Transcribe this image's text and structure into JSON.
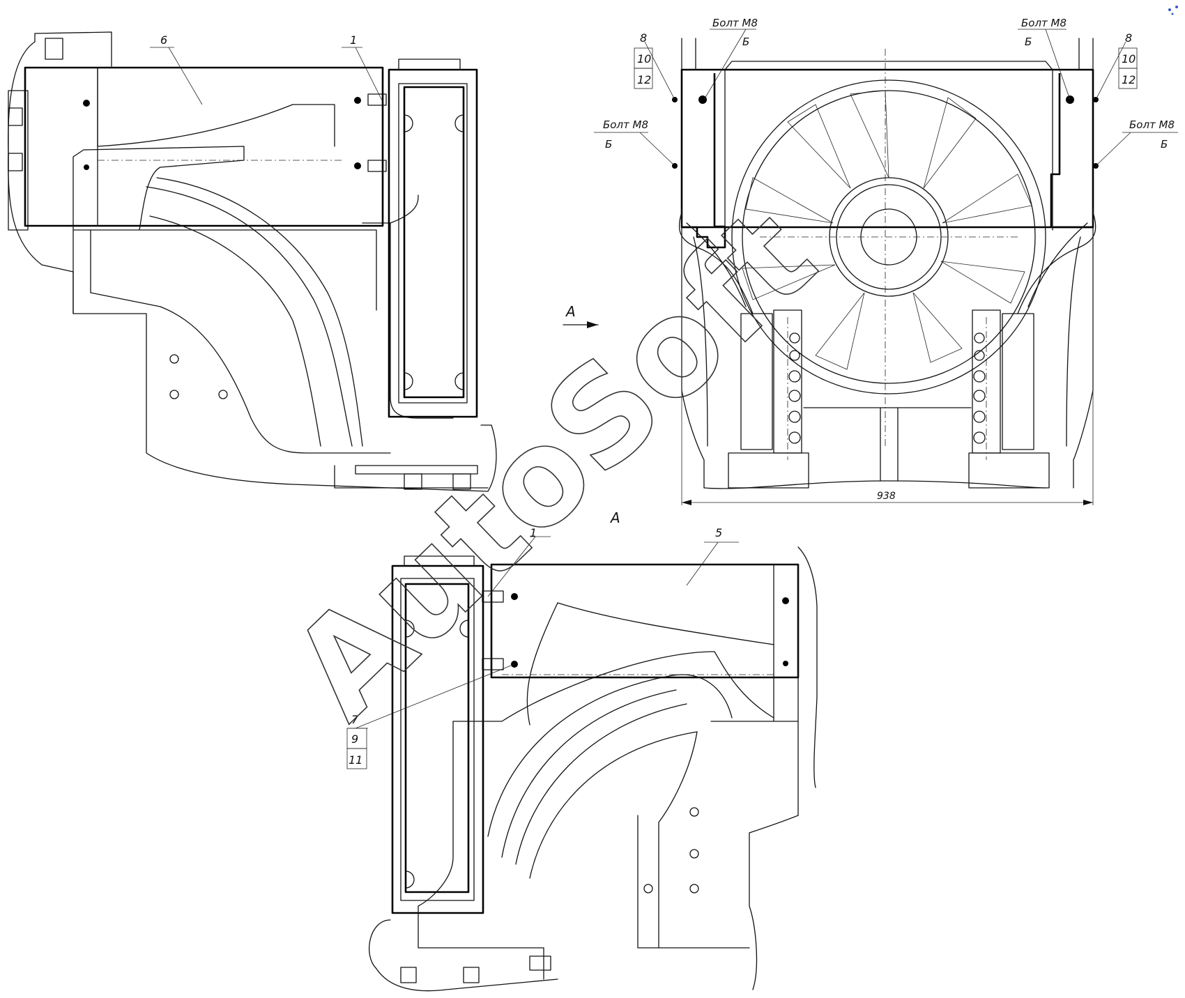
{
  "callouts": {
    "top_left_part": "6",
    "top_left_fastener": "1",
    "bottom_part": "5",
    "bottom_fastener": "1",
    "bottom_stack": [
      "7",
      "9",
      "11"
    ],
    "right_stack_left": [
      "8",
      "10",
      "12"
    ],
    "right_stack_right": [
      "8",
      "10",
      "12"
    ]
  },
  "bolt_labels": {
    "top_left": {
      "text": "Болт М8",
      "sub": "Б"
    },
    "top_right": {
      "text": "Болт М8",
      "sub": "Б"
    },
    "side_left": {
      "text": "Болт М8",
      "sub": "Б"
    },
    "side_right": {
      "text": "Болт М8",
      "sub": "Б"
    }
  },
  "view_marker": "A",
  "view_arrow_label": "A",
  "dimension": "938",
  "watermark": "AutoSoft"
}
